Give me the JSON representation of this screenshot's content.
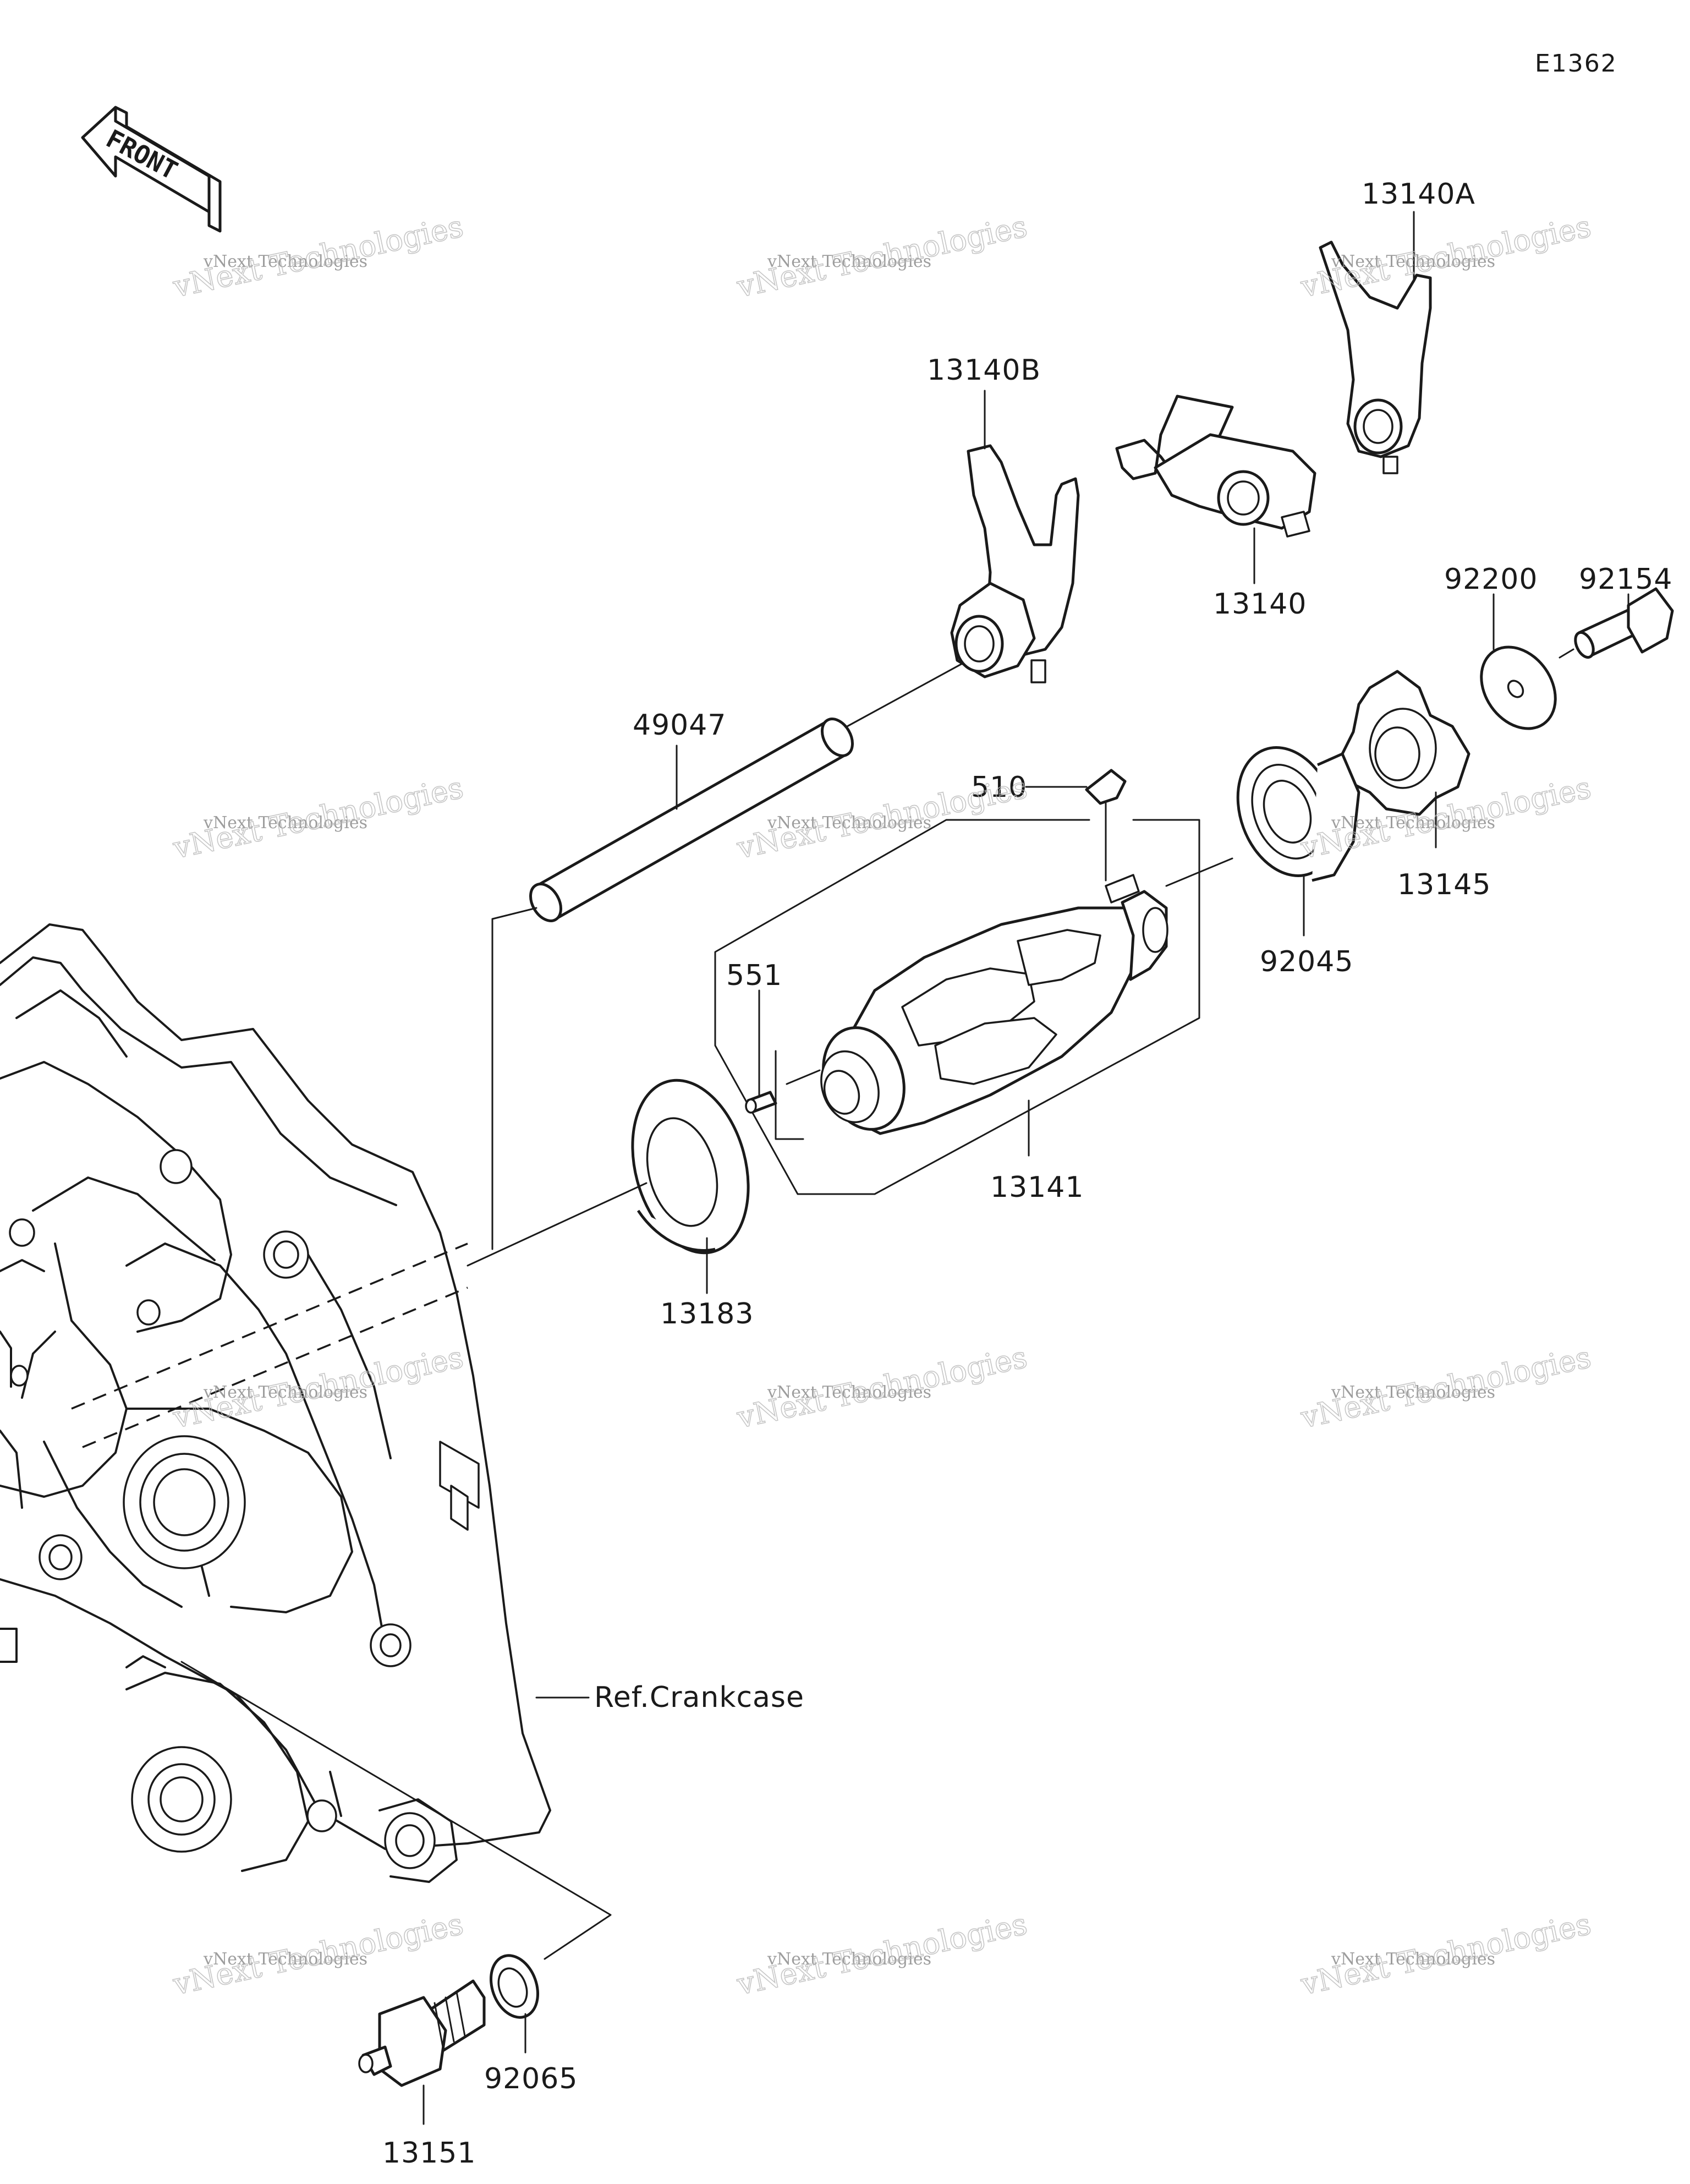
{
  "diagram_id": "E1362",
  "front_label": "FRONT",
  "callouts": [
    {
      "key": "13140A",
      "text": "13140A"
    },
    {
      "key": "13140B",
      "text": "13140B"
    },
    {
      "key": "13140",
      "text": "13140"
    },
    {
      "key": "92200",
      "text": "92200"
    },
    {
      "key": "92154",
      "text": "92154"
    },
    {
      "key": "49047",
      "text": "49047"
    },
    {
      "key": "510",
      "text": "510"
    },
    {
      "key": "13145",
      "text": "13145"
    },
    {
      "key": "92045",
      "text": "92045"
    },
    {
      "key": "551",
      "text": "551"
    },
    {
      "key": "13141",
      "text": "13141"
    },
    {
      "key": "13183",
      "text": "13183"
    },
    {
      "key": "ref_crankcase",
      "text": "Ref.Crankcase"
    },
    {
      "key": "92065",
      "text": "92065"
    },
    {
      "key": "13151",
      "text": "13151"
    }
  ],
  "watermark": {
    "line1": "vNext Technologies",
    "line2": "vNext Technologies"
  }
}
